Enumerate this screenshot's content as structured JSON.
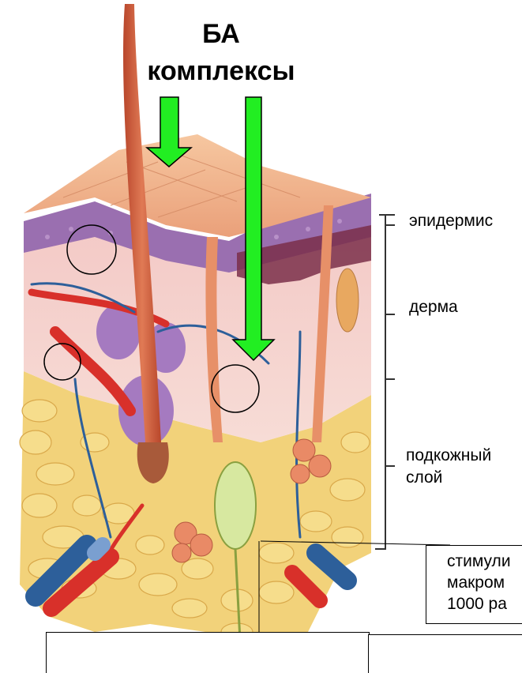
{
  "title": {
    "line1": "БА",
    "line2": "комплексы"
  },
  "layers": {
    "epidermis": "эпидермис",
    "dermis": "дерма",
    "subcutaneous_line1": "подкожный",
    "subcutaneous_line2": "слой"
  },
  "callout_box": {
    "line1": "стимули",
    "line2": "макром",
    "line3": "1000 ра"
  },
  "colors": {
    "arrow_green": "#22ee22",
    "hair": "#c9583a",
    "skin_top": "#f2b48a",
    "epidermis_purple": "#9a6fb0",
    "dermis_pink": "#f0c4c4",
    "fat_yellow": "#f2d27a",
    "artery": "#d8302a",
    "vein": "#2d5f9a"
  }
}
